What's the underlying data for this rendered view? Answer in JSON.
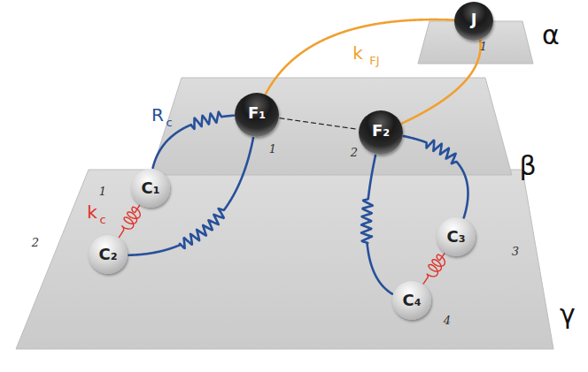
{
  "diagram": {
    "nodes": [
      {
        "text": [
          "J"
        ]
      },
      {
        "text": [
          "F₁"
        ]
      },
      {
        "text": [
          "F₂"
        ]
      },
      {
        "text": [
          "C₁"
        ]
      },
      {
        "text": [
          "C₂"
        ]
      },
      {
        "text": [
          "C₃"
        ]
      },
      {
        "text": [
          "C₄"
        ]
      }
    ],
    "edges": [
      {
        "from": 0,
        "to": 1,
        "arrow": "none"
      },
      {
        "from": 0,
        "to": 2,
        "arrow": "none"
      },
      {
        "from": 1,
        "to": 2,
        "arrow": "none"
      },
      {
        "from": 1,
        "to": 3,
        "arrow": "none"
      },
      {
        "from": 1,
        "to": 4,
        "arrow": "none"
      },
      {
        "from": 3,
        "to": 4,
        "arrow": "none"
      },
      {
        "from": 2,
        "to": 5,
        "arrow": "none"
      },
      {
        "from": 2,
        "to": 6,
        "arrow": "none"
      },
      {
        "from": 5,
        "to": 6,
        "arrow": "none"
      }
    ],
    "labels": [
      "1",
      "1",
      "2",
      "1",
      "2",
      "3",
      "4",
      "α",
      "β",
      "γ",
      "k",
      "FJ",
      "R",
      "c",
      "k",
      "c"
    ]
  }
}
